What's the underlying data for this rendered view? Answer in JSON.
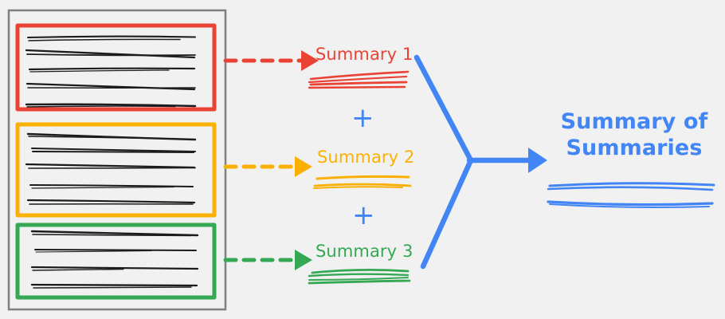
{
  "diagram": {
    "title_semantic": "summary-of-summaries-pipeline",
    "background_color": "#f1f1f1",
    "colors": {
      "red": "#ea4335",
      "orange": "#fab005",
      "green": "#34a853",
      "blue": "#4285f4",
      "document_border": "#808080",
      "text_lines": "#1c1c1c"
    }
  },
  "document": {
    "name": "source-document",
    "border_color": "#808080",
    "chunks": [
      {
        "id": "chunk-1",
        "color": "#ea4335",
        "line_count": 5
      },
      {
        "id": "chunk-2",
        "color": "#fab005",
        "line_count": 5
      },
      {
        "id": "chunk-3",
        "color": "#34a853",
        "line_count": 4
      }
    ]
  },
  "arrows": {
    "dashed": [
      {
        "name": "arrow-chunk-1-to-summary-1",
        "color": "#ea4335",
        "style": "dashed"
      },
      {
        "name": "arrow-chunk-2-to-summary-2",
        "color": "#fab005",
        "style": "dashed"
      },
      {
        "name": "arrow-chunk-3-to-summary-3",
        "color": "#34a853",
        "style": "dashed"
      }
    ],
    "merge": {
      "name": "merge-arrow",
      "color": "#4285f4",
      "style": "solid"
    }
  },
  "summaries": [
    {
      "label": "Summary 1",
      "color": "#ea4335",
      "scribble_lines": 2
    },
    {
      "label": "Summary 2",
      "color": "#fab005",
      "scribble_lines": 2
    },
    {
      "label": "Summary 3",
      "color": "#34a853",
      "scribble_lines": 2
    }
  ],
  "operators": [
    {
      "symbol": "+",
      "color": "#4285f4"
    },
    {
      "symbol": "+",
      "color": "#4285f4"
    }
  ],
  "final": {
    "label": "Summary of Summaries",
    "line_1": "Summary of",
    "line_2": "Summaries",
    "color": "#4285f4",
    "scribble_lines": 2
  }
}
